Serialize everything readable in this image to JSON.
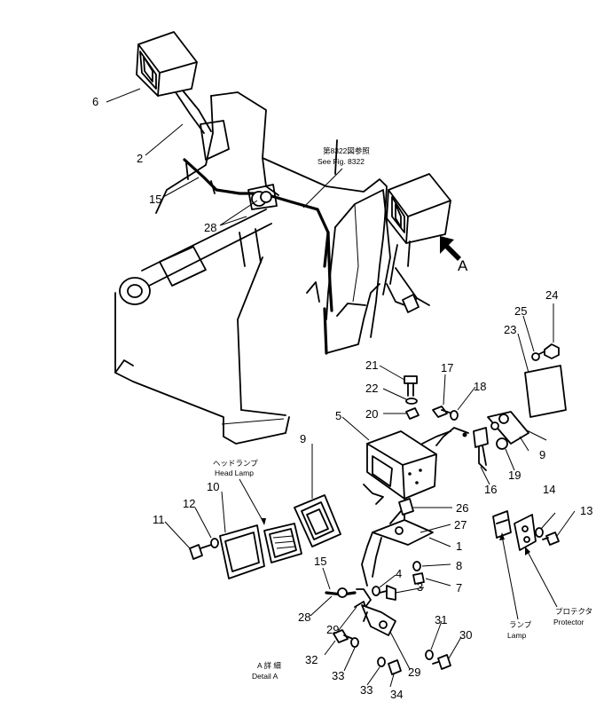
{
  "callouts": {
    "c1": "1",
    "c2": "2",
    "c3": "3",
    "c4": "4",
    "c5": "5",
    "c6": "6",
    "c7": "7",
    "c8": "8",
    "c9a": "9",
    "c9b": "9",
    "c10": "10",
    "c11": "11",
    "c12": "12",
    "c13": "13",
    "c14": "14",
    "c15a": "15",
    "c15b": "15",
    "c16": "16",
    "c17": "17",
    "c18": "18",
    "c19": "19",
    "c20": "20",
    "c21": "21",
    "c22": "22",
    "c23": "23",
    "c24": "24",
    "c25": "25",
    "c26": "26",
    "c27": "27",
    "c28a": "28",
    "c28b": "28",
    "c29a": "29",
    "c29b": "29",
    "c30": "30",
    "c31": "31",
    "c32": "32",
    "c33a": "33",
    "c33b": "33",
    "c34": "34"
  },
  "labels": {
    "view_arrow": "A",
    "see_fig_jp": "第8322図参照",
    "see_fig_en": "See Fig. 8322",
    "head_lamp_jp": "ヘッドランプ",
    "head_lamp_en": "Head Lamp",
    "lamp_jp": "ランプ",
    "lamp_en": "Lamp",
    "protector_jp": "プロテクタ",
    "protector_en": "Protector",
    "detail_jp": "A 詳 細",
    "detail_en": "Detail A"
  }
}
